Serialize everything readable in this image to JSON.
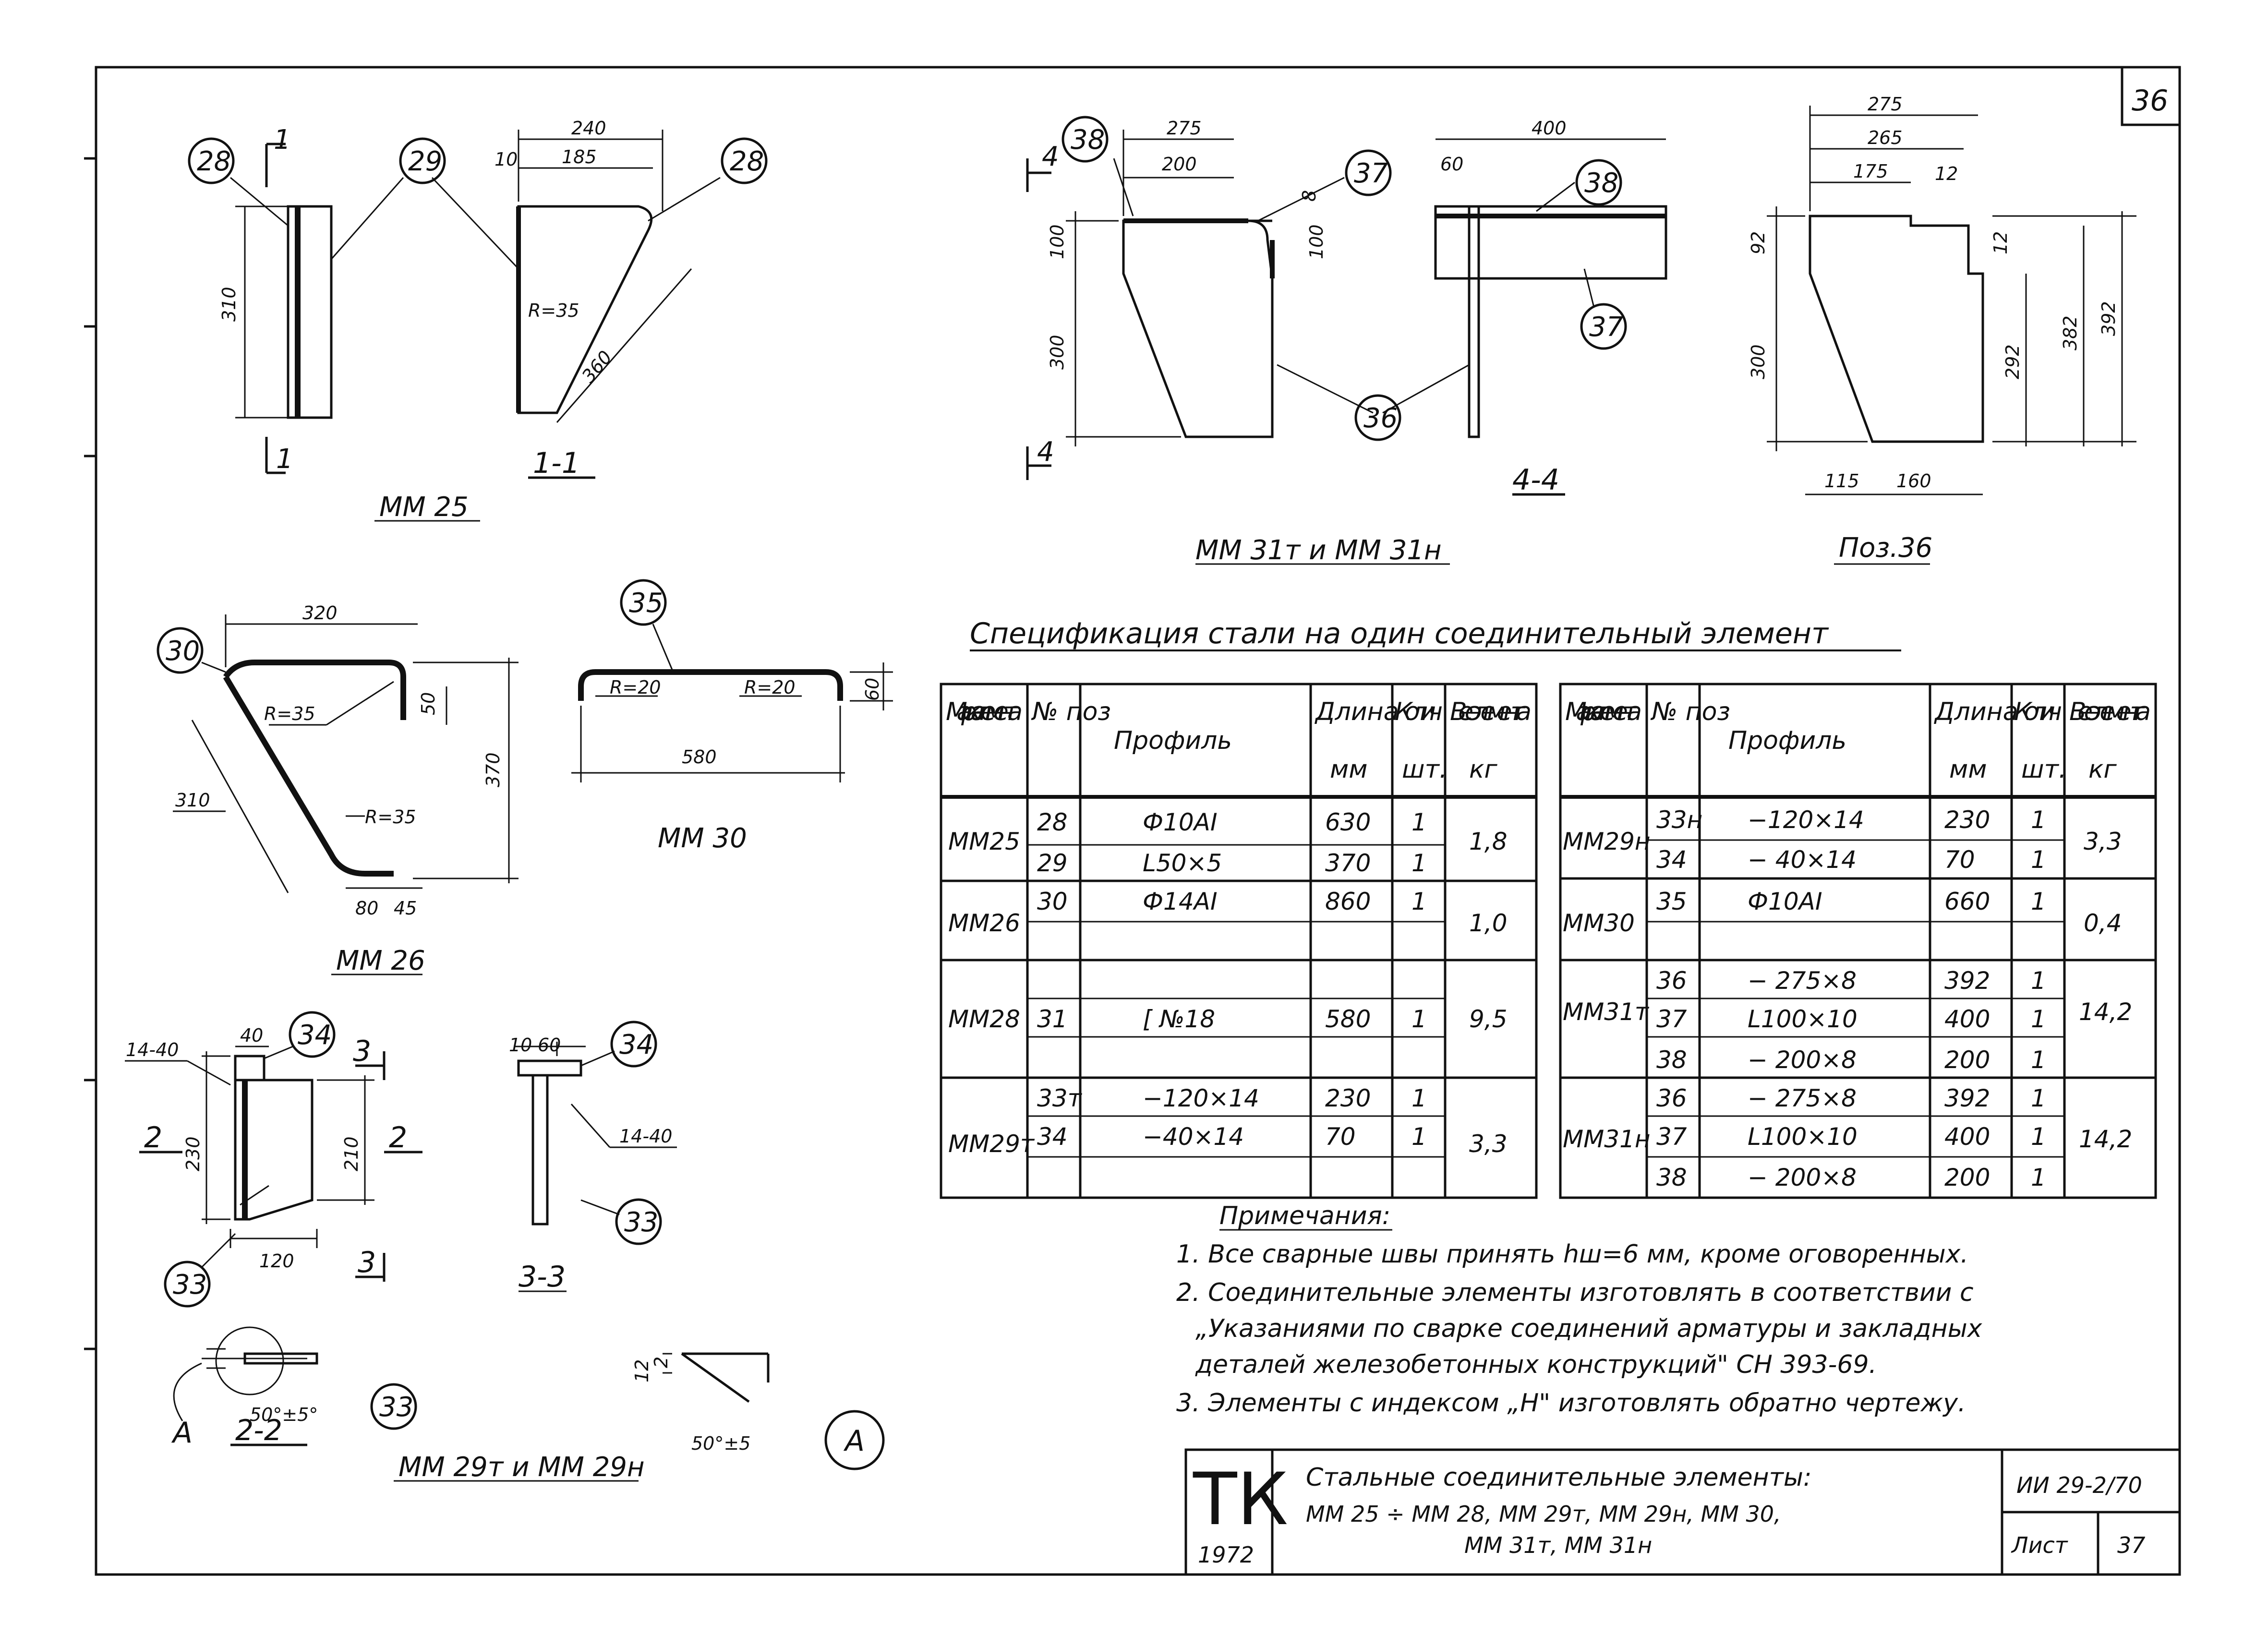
{
  "sheet": {
    "page": "36",
    "doc_code": "ИИ 29-2/70",
    "sheet_label": "Лист",
    "sheet_no": "37"
  },
  "title_block": {
    "logo": "ТК",
    "year": "1972",
    "title_line1": "Стальные соединительные элементы:",
    "title_line2": "ММ 25 ÷ ММ 28, ММ 29т, ММ 29н, ММ 30,",
    "title_line3": "ММ 31т, ММ 31н"
  },
  "drawings": {
    "mm25": {
      "caption": "ММ 25",
      "section": "1-1",
      "cut_mark": "1",
      "dims": [
        "240",
        "10",
        "185",
        "310",
        "360"
      ],
      "radius": "R=35",
      "positions": [
        "28",
        "29",
        "28"
      ]
    },
    "mm31": {
      "caption": "ММ 31т и ММ 31н",
      "section": "4-4",
      "cut_mark": "4",
      "dims": [
        "275",
        "200",
        "100",
        "300",
        "8",
        "100",
        "400",
        "60"
      ],
      "positions": [
        "38",
        "37",
        "38",
        "37",
        "36"
      ]
    },
    "pos36": {
      "caption": "Поз.36",
      "dims": [
        "275",
        "265",
        "175",
        "12",
        "92",
        "12",
        "300",
        "292",
        "382",
        "392",
        "115",
        "160"
      ]
    },
    "mm26": {
      "caption": "ММ 26",
      "dims": [
        "320",
        "50",
        "370",
        "310",
        "80",
        "45"
      ],
      "radii": [
        "R=35",
        "R=35"
      ],
      "positions": [
        "30"
      ]
    },
    "mm30": {
      "caption": "ММ 30",
      "dims": [
        "580",
        "60"
      ],
      "radii": [
        "R=20",
        "R=20"
      ],
      "positions": [
        "35"
      ]
    },
    "mm29": {
      "caption": "ММ 29т и ММ 29н",
      "section_a": "2-2",
      "section_b": "3-3",
      "cut_marks": [
        "2",
        "3"
      ],
      "dims": [
        "14-40",
        "40",
        "230",
        "210",
        "120",
        "10",
        "60",
        "14-40",
        "12",
        "2"
      ],
      "angles": [
        "50°±5°",
        "50°±5"
      ],
      "positions": [
        "34",
        "33",
        "34",
        "33",
        "33"
      ],
      "detail": "А"
    }
  },
  "spec": {
    "title": "Спецификация стали на один соединительный элемент",
    "headers": {
      "mark": "Марка элемента",
      "pos": "№ поз",
      "profile": "Профиль",
      "length": "Длина",
      "length_unit": "мм",
      "qty": "Колич",
      "qty_unit": "шт.",
      "weight": "Вес элемента",
      "weight_unit": "кг"
    },
    "left_rows": [
      {
        "mark": "ММ25",
        "pos": "28",
        "profile": "Ф10АI",
        "len": "630",
        "qty": "1",
        "weight": "1,8"
      },
      {
        "mark": "",
        "pos": "29",
        "profile": "L50×5",
        "len": "370",
        "qty": "1",
        "weight": ""
      },
      {
        "mark": "ММ26",
        "pos": "30",
        "profile": "Ф14АI",
        "len": "860",
        "qty": "1",
        "weight": "1,0"
      },
      {
        "mark": "ММ28",
        "pos": "31",
        "profile": "[ №18",
        "len": "580",
        "qty": "1",
        "weight": "9,5"
      },
      {
        "mark": "ММ29т",
        "pos": "33т",
        "profile": "−120×14",
        "len": "230",
        "qty": "1",
        "weight": "3,3"
      },
      {
        "mark": "",
        "pos": "34",
        "profile": "−40×14",
        "len": "70",
        "qty": "1",
        "weight": ""
      }
    ],
    "right_rows": [
      {
        "mark": "ММ29н",
        "pos": "33н",
        "profile": "−120×14",
        "len": "230",
        "qty": "1",
        "weight": "3,3"
      },
      {
        "mark": "",
        "pos": "34",
        "profile": "− 40×14",
        "len": "70",
        "qty": "1",
        "weight": ""
      },
      {
        "mark": "ММ30",
        "pos": "35",
        "profile": "Ф10АI",
        "len": "660",
        "qty": "1",
        "weight": "0,4"
      },
      {
        "mark": "ММ31т",
        "pos": "36",
        "profile": "− 275×8",
        "len": "392",
        "qty": "1",
        "weight": "14,2"
      },
      {
        "mark": "",
        "pos": "37",
        "profile": "L100×10",
        "len": "400",
        "qty": "1",
        "weight": ""
      },
      {
        "mark": "",
        "pos": "38",
        "profile": "− 200×8",
        "len": "200",
        "qty": "1",
        "weight": ""
      },
      {
        "mark": "ММ31н",
        "pos": "36",
        "profile": "− 275×8",
        "len": "392",
        "qty": "1",
        "weight": "14,2"
      },
      {
        "mark": "",
        "pos": "37",
        "profile": "L100×10",
        "len": "400",
        "qty": "1",
        "weight": ""
      },
      {
        "mark": "",
        "pos": "38",
        "profile": "− 200×8",
        "len": "200",
        "qty": "1",
        "weight": ""
      }
    ]
  },
  "notes": {
    "heading": "Примечания:",
    "items": [
      "1. Все сварные швы принять hш=6 мм, кроме оговоренных.",
      "2. Соединительные элементы изготовлять в соответствии с",
      "„Указаниями по сварке соединений арматуры и закладных",
      "деталей железобетонных конструкций\" СН 393-69.",
      "3. Элементы с индексом „Н\" изготовлять обратно чертежу."
    ]
  }
}
